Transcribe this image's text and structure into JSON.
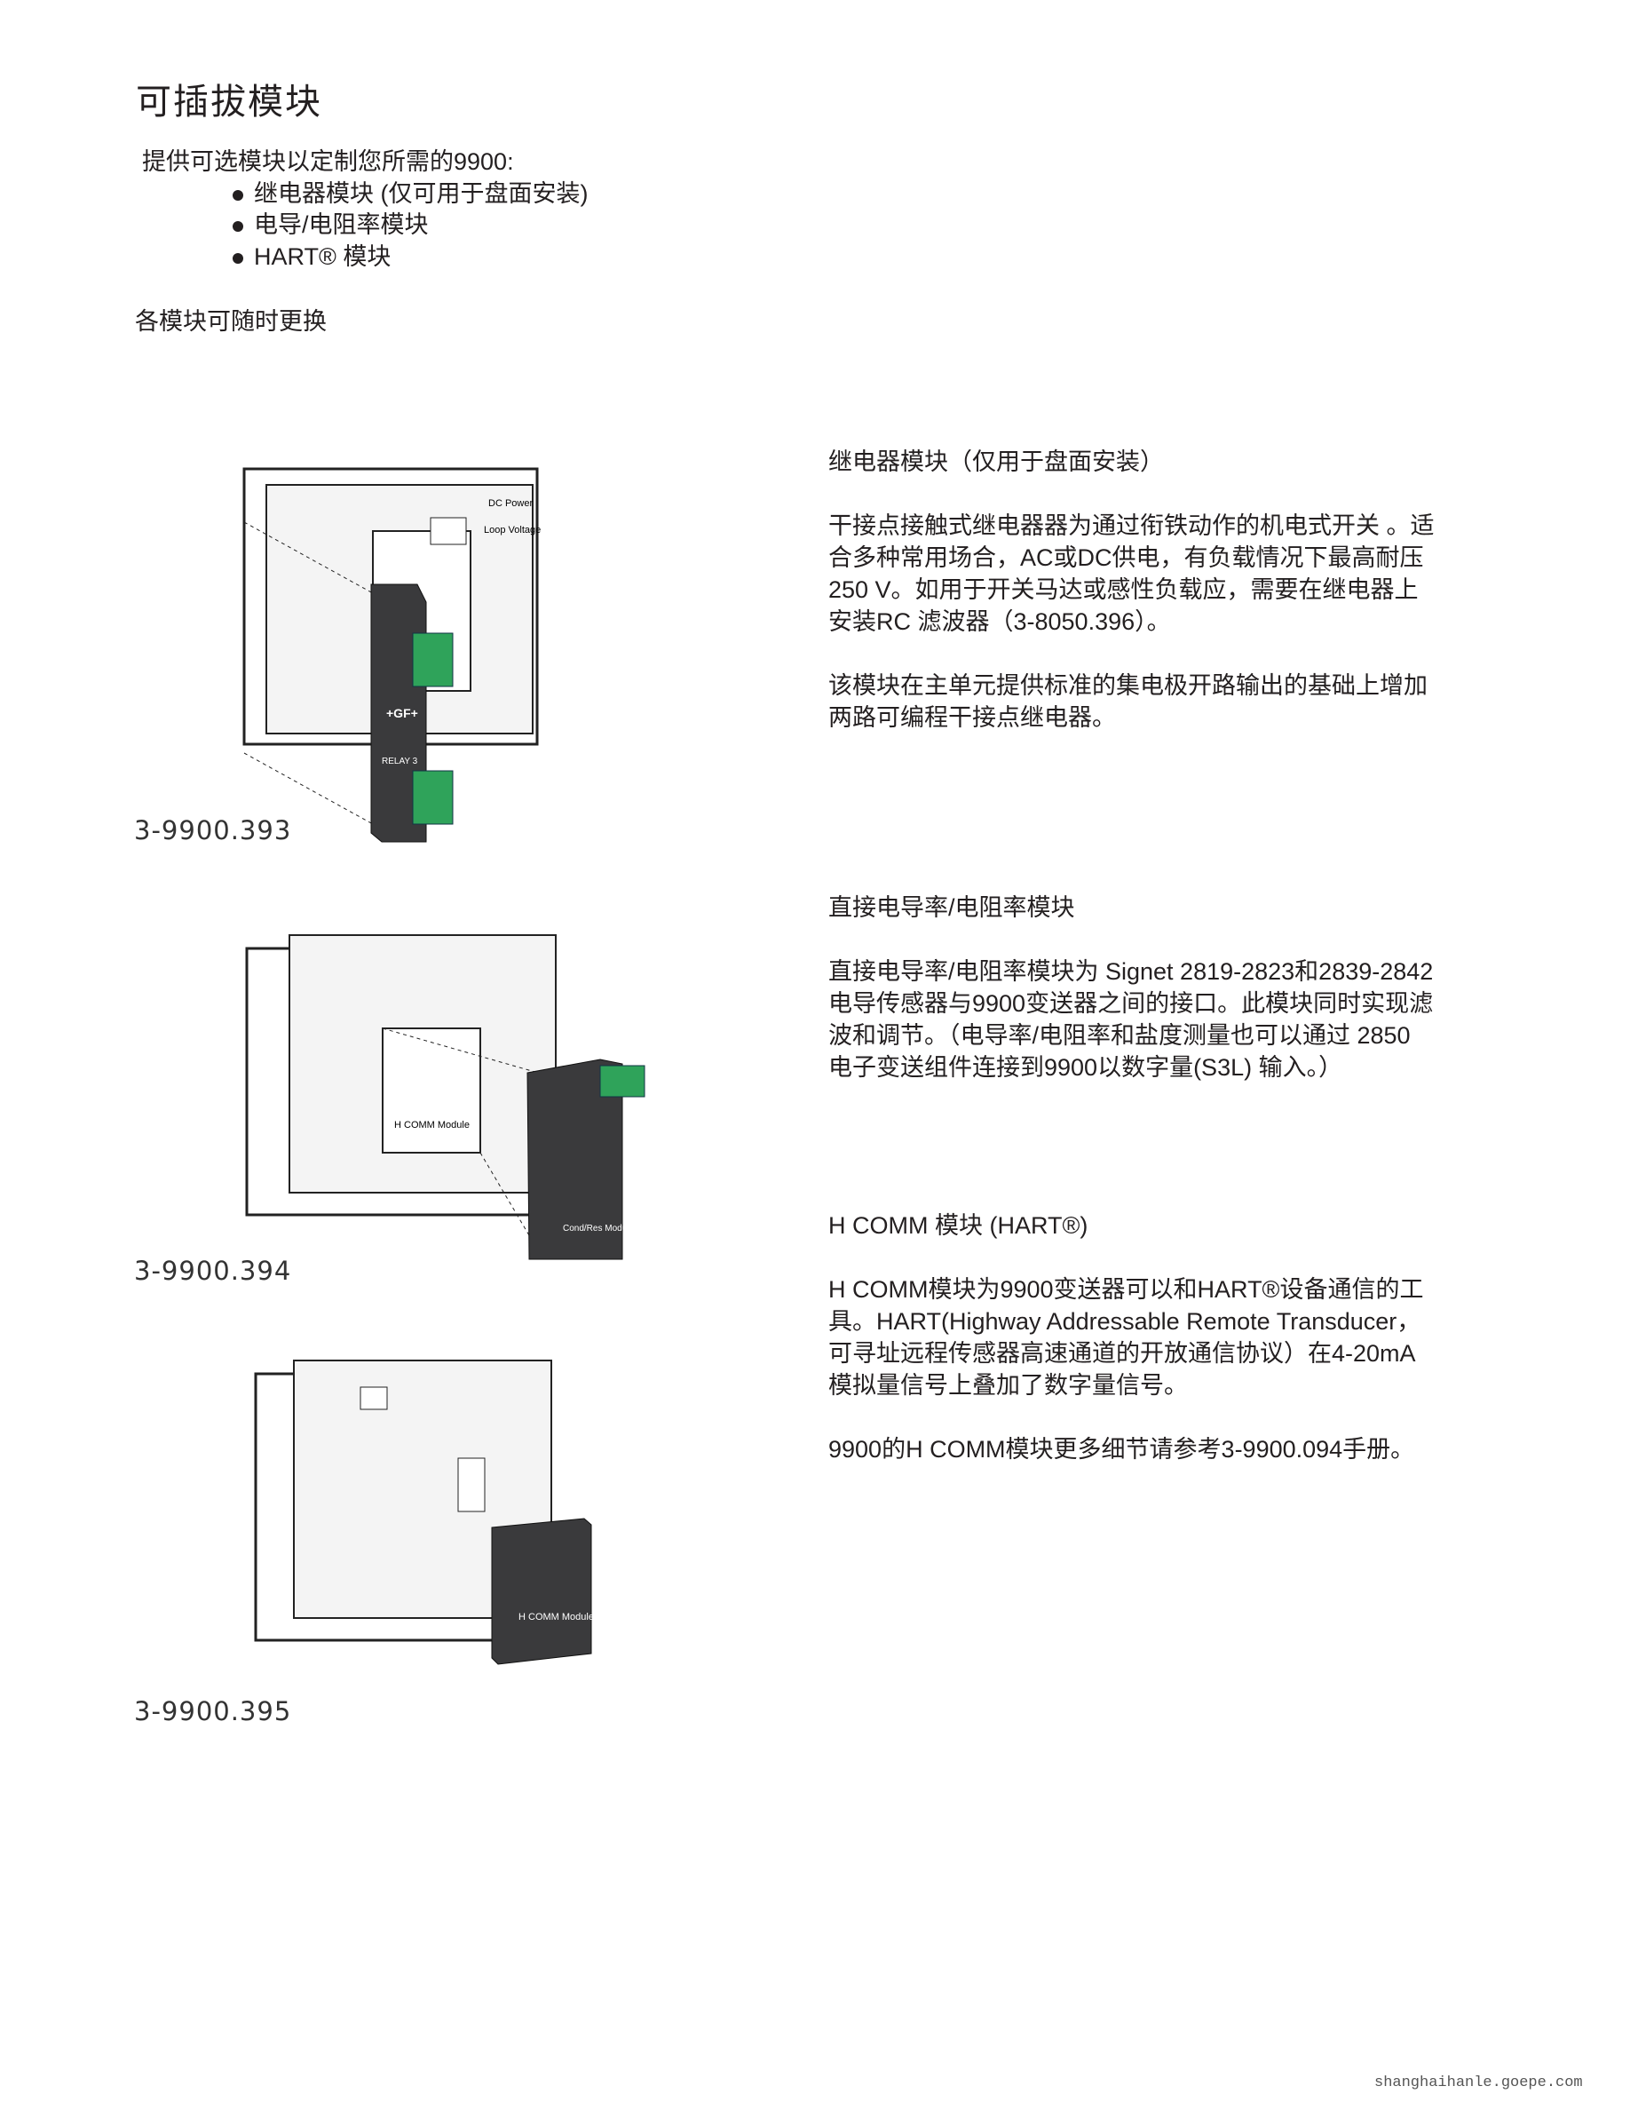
{
  "title": "可插拔模块",
  "intro": "提供可选模块以定制您所需的9900:",
  "bullets": [
    "继电器模块 (仅可用于盘面安装)",
    "电导/电阻率模块",
    "HART® 模块"
  ],
  "subnote": "各模块可随时更换",
  "figures": [
    {
      "caption": "3-9900.393",
      "labels": {
        "module": "+GF+",
        "relay": "RELAY 3",
        "power": "DC Power",
        "loop": "Loop Voltage"
      }
    },
    {
      "caption": "3-9900.394",
      "labels": {
        "module": "Cond/Res Module",
        "inner": "H COMM Module"
      }
    },
    {
      "caption": "3-9900.395",
      "labels": {
        "module": "H COMM Module"
      }
    }
  ],
  "sections": [
    {
      "heading": "继电器模块（仅用于盘面安装）",
      "paragraphs": [
        [
          "干接点接触式继电器器为通过衔铁动作的机电式开关 。适",
          "合多种常用场合，AC或DC供电，有负载情况下最高耐压",
          "250 V。如用于开关马达或感性负载应，需要在继电器上",
          "安装RC 滤波器（3-8050.396）。"
        ],
        [
          "该模块在主单元提供标准的集电极开路输出的基础上增加",
          "两路可编程干接点继电器。"
        ]
      ]
    },
    {
      "heading": "直接电导率/电阻率模块",
      "paragraphs": [
        [
          "直接电导率/电阻率模块为 Signet 2819-2823和2839-2842",
          "电导传感器与9900变送器之间的接口。此模块同时实现滤",
          "波和调节。（电导率/电阻率和盐度测量也可以通过 2850",
          "电子变送组件连接到9900以数字量(S3L) 输入。）"
        ]
      ]
    },
    {
      "heading": "H COMM 模块 (HART®)",
      "paragraphs": [
        [
          "H COMM模块为9900变送器可以和HART®设备通信的工",
          "具。HART(Highway Addressable Remote Transducer，",
          "可寻址远程传感器高速通道的开放通信协议）在4-20mA",
          "模拟量信号上叠加了数字量信号。"
        ],
        [
          "9900的H COMM模块更多细节请参考3-9900.094手册。"
        ]
      ]
    }
  ],
  "watermark": "shanghaihanle.goepe.com",
  "colors": {
    "text": "#231f20",
    "module": "#3a3a3c",
    "connector": "#2fa35a"
  }
}
